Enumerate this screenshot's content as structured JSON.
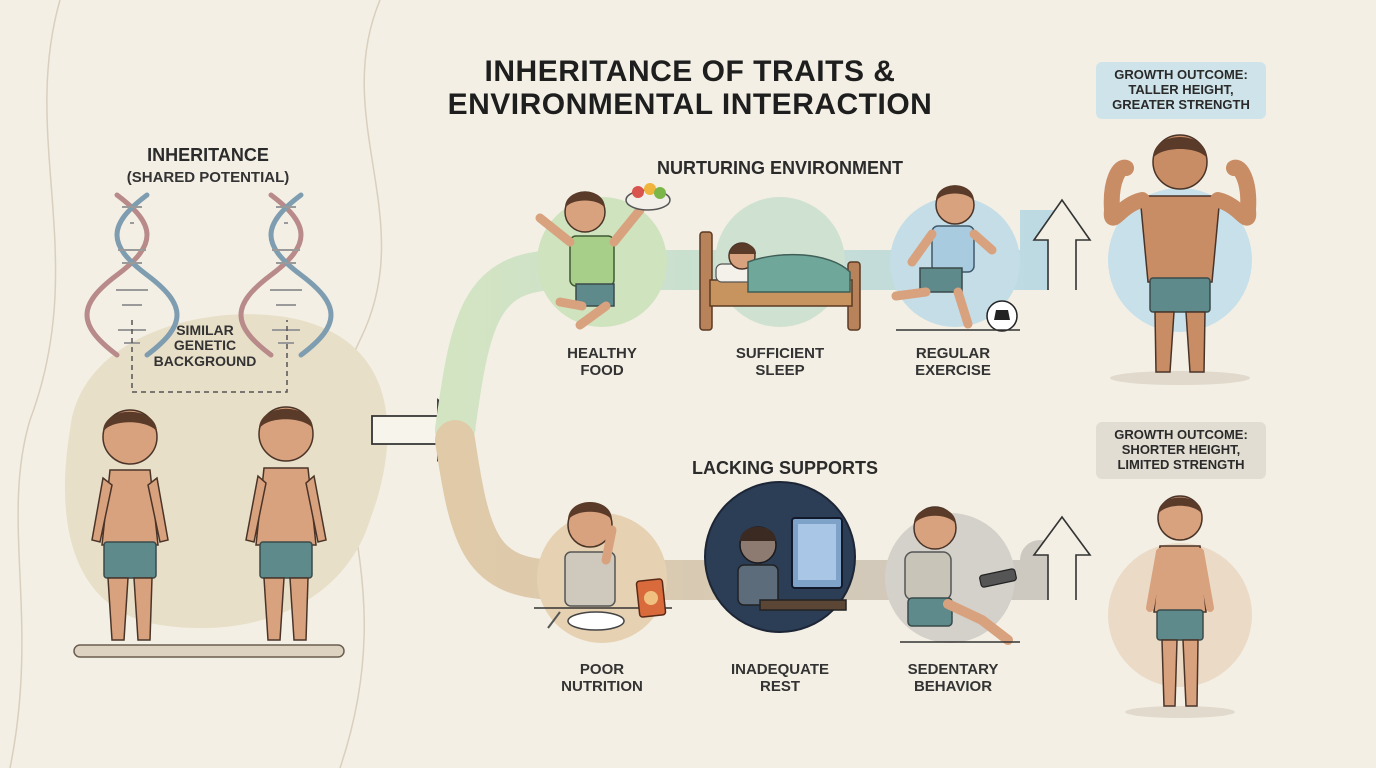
{
  "title": {
    "line1": "INHERITANCE OF TRAITS &",
    "line2": "ENVIRONMENTAL INTERACTION"
  },
  "inheritance": {
    "heading": "INHERITANCE",
    "subheading": "(SHARED POTENTIAL)",
    "genetic_label": {
      "line1": "SIMILAR",
      "line2": "GENETIC",
      "line3": "BACKGROUND"
    }
  },
  "nurturing": {
    "heading": "NURTURING ENVIRONMENT",
    "factors": [
      {
        "line1": "HEALTHY",
        "line2": "FOOD"
      },
      {
        "line1": "SUFFICIENT",
        "line2": "SLEEP"
      },
      {
        "line1": "REGULAR",
        "line2": "EXERCISE"
      }
    ],
    "outcome": {
      "line1": "GROWTH OUTCOME:",
      "line2": "TALLER HEIGHT,",
      "line3": "GREATER STRENGTH"
    }
  },
  "lacking": {
    "heading": "LACKING SUPPORTS",
    "factors": [
      {
        "line1": "POOR",
        "line2": "NUTRITION"
      },
      {
        "line1": "INADEQUATE",
        "line2": "REST"
      },
      {
        "line1": "SEDENTARY",
        "line2": "BEHAVIOR"
      }
    ],
    "outcome": {
      "line1": "GROWTH OUTCOME:",
      "line2": "SHORTER HEIGHT,",
      "line3": "LIMITED STRENGTH"
    }
  },
  "colors": {
    "background": "#f3efe4",
    "nurture_path": "#cfe0c0",
    "nurture_path_end": "#bcd9e3",
    "lacking_path": "#dcc8ac",
    "lacking_path_end": "#cfcac0",
    "skin": "#d9a27f",
    "shorts": "#5f8a8c",
    "outcome_good_bg": "#cfe4ea",
    "outcome_poor_bg": "#e2ddd2"
  }
}
